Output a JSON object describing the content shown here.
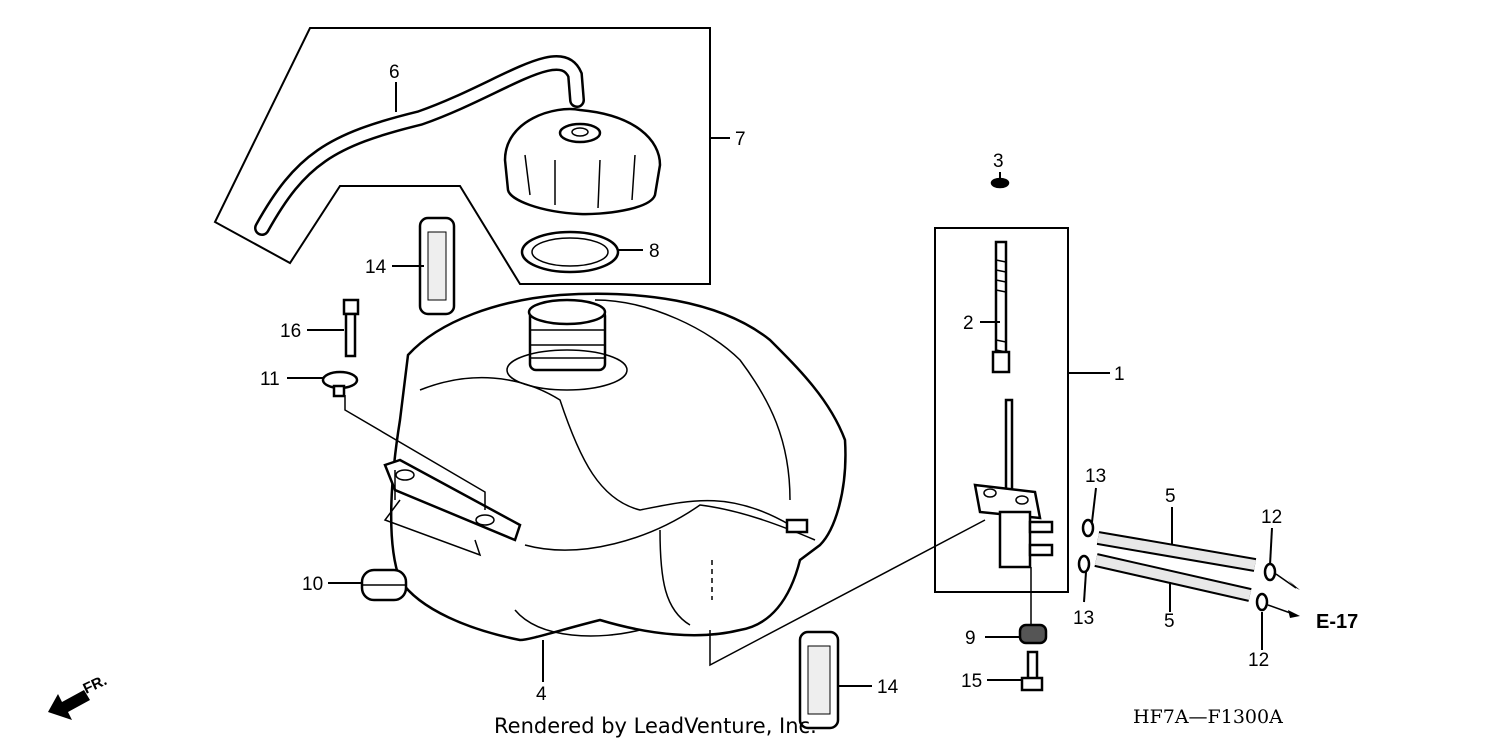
{
  "diagram": {
    "callouts": [
      "1",
      "2",
      "3",
      "4",
      "5",
      "5",
      "6",
      "7",
      "8",
      "9",
      "10",
      "11",
      "12",
      "12",
      "13",
      "13",
      "14",
      "14",
      "15",
      "16"
    ],
    "ref_page": "E-17",
    "front_marker": "FR.",
    "diagram_code": "HF7A—F1300A",
    "credit": "Rendered by LeadVenture, Inc."
  }
}
